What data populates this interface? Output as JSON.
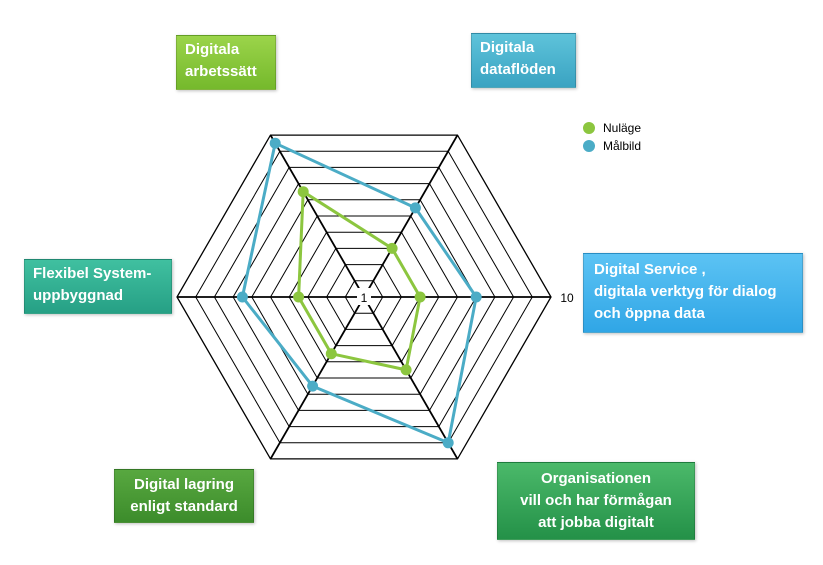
{
  "chart_data": {
    "type": "radar",
    "axes": [
      "Digitala\narbetssätt",
      "Digitala\ndataflöden",
      "Digital Service ,\ndigitala verktyg för dialog\noch öppna data",
      "Organisationen\nvill och har förmågan\natt jobba digitalt",
      "Digital lagring\nenligt standard",
      "Flexibel System-\nuppbyggnad"
    ],
    "scale_labels": {
      "min": "1",
      "max": "10"
    },
    "range": [
      0,
      10
    ],
    "rings": 10,
    "series": [
      {
        "name": "Nuläge",
        "color": "#8cc63f",
        "values": [
          6.5,
          3,
          3,
          4.5,
          3.5,
          3.5
        ]
      },
      {
        "name": "Målbild",
        "color": "#4bacc6",
        "values": [
          9.5,
          5.5,
          6,
          9,
          5.5,
          6.5
        ]
      }
    ],
    "legend_position": "top-right"
  }
}
